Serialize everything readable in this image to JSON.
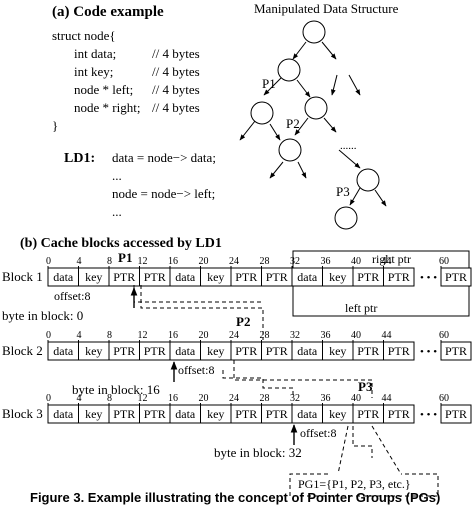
{
  "panel_a": {
    "heading": "(a) Code example",
    "code_lines": [
      {
        "left": "struct node{",
        "comment": ""
      },
      {
        "left": "int data;",
        "comment": "// 4 bytes"
      },
      {
        "left": "int key;",
        "comment": "// 4 bytes"
      },
      {
        "left": "node * left;",
        "comment": "// 4 bytes"
      },
      {
        "left": "node * right;",
        "comment": "// 4 bytes"
      },
      {
        "left": "}",
        "comment": ""
      }
    ],
    "ld_label": "LD1:",
    "ld_lines": [
      "data = node−> data;",
      "...",
      "node = node−> left;",
      "..."
    ],
    "tree_title": "Manipulated Data Structure",
    "tree_labels": [
      "P1",
      "P2",
      "P3"
    ],
    "tree_ellipsis": "......"
  },
  "panel_b": {
    "heading": "(b) Cache blocks accessed by LD1",
    "offset_ticks": [
      "0",
      "4",
      "8",
      "12",
      "16",
      "20",
      "24",
      "28",
      "32",
      "36",
      "40",
      "44",
      "60"
    ],
    "cells": [
      "data",
      "key",
      "PTR",
      "PTR",
      "data",
      "key",
      "PTR",
      "PTR",
      "data",
      "key",
      "PTR",
      "PTR",
      "PTR"
    ],
    "ellipsis": "• • •",
    "blocks": [
      {
        "label": "Block 1",
        "pointer": "P1",
        "offset": "offset:8",
        "byte": "byte in block: 0"
      },
      {
        "label": "Block 2",
        "pointer": "P2",
        "offset": "offset:8",
        "byte": "byte in block: 16"
      },
      {
        "label": "Block 3",
        "pointer": "P3",
        "offset": "offset:8",
        "byte": "byte in block: 32"
      }
    ],
    "right_ptr": "right ptr",
    "left_ptr": "left ptr",
    "pg_label": "PG1={P1, P2, P3, etc.}"
  },
  "caption": "Figure 3. Example illustrating the concept of Pointer Groups (PGs)"
}
